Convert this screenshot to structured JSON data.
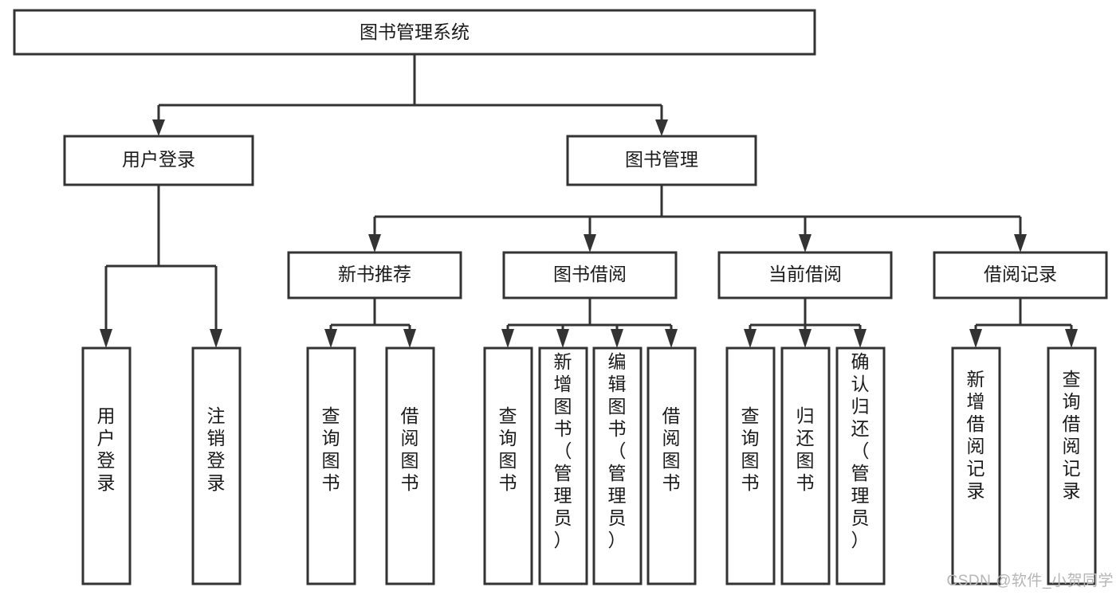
{
  "diagram": {
    "type": "tree-hierarchy",
    "title": "图书管理系统",
    "watermark": "CSDN @软件_小贺同学",
    "colors": {
      "stroke": "#333333",
      "fill": "#ffffff",
      "text": "#1a1a1a",
      "watermark": "#b5b5b5"
    },
    "levels": {
      "root": {
        "label": "图书管理系统"
      },
      "level2": [
        {
          "label": "用户登录"
        },
        {
          "label": "图书管理"
        }
      ],
      "level3": [
        {
          "label": "新书推荐"
        },
        {
          "label": "图书借阅"
        },
        {
          "label": "当前借阅"
        },
        {
          "label": "借阅记录"
        }
      ],
      "leaves": {
        "user_login": [
          {
            "label": "用户登录"
          },
          {
            "label": "注销登录"
          }
        ],
        "new_book": [
          {
            "label": "查询图书"
          },
          {
            "label": "借阅图书"
          }
        ],
        "book_borrow": [
          {
            "label": "查询图书"
          },
          {
            "label": "新增图书（管理员）"
          },
          {
            "label": "编辑图书（管理员）"
          },
          {
            "label": "借阅图书"
          }
        ],
        "current_borrow": [
          {
            "label": "查询图书"
          },
          {
            "label": "归还图书"
          },
          {
            "label": "确认归还（管理员）"
          }
        ],
        "borrow_record": [
          {
            "label": "新增借阅记录"
          },
          {
            "label": "查询借阅记录"
          }
        ]
      }
    }
  }
}
